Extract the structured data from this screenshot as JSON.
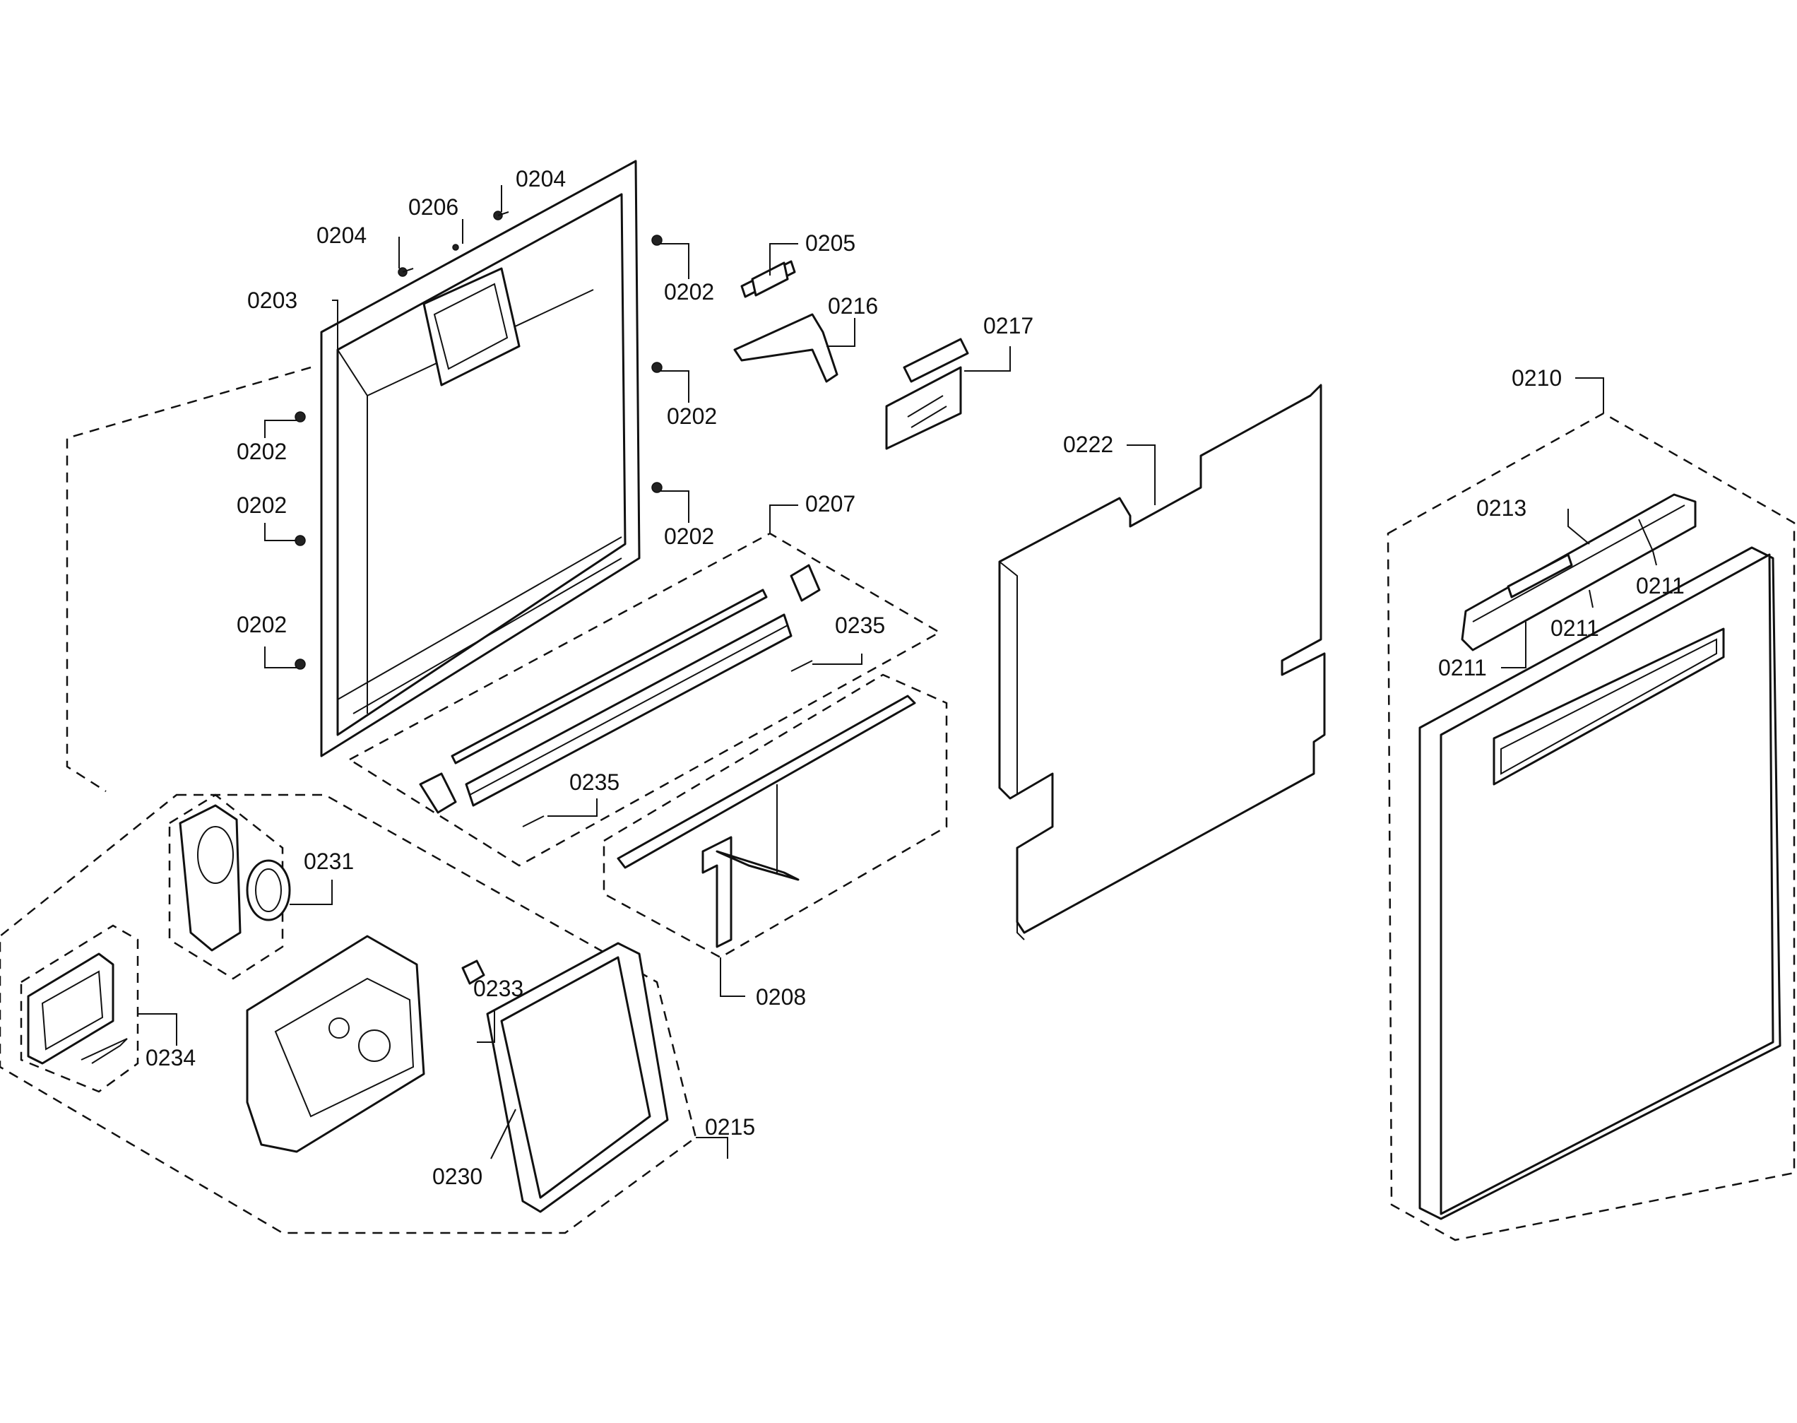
{
  "labels": {
    "l0204a": "0204",
    "l0204b": "0204",
    "l0206": "0206",
    "l0203": "0203",
    "l0202_r1": "0202",
    "l0202_r2": "0202",
    "l0202_r3": "0202",
    "l0202_l1": "0202",
    "l0202_l2": "0202",
    "l0202_l3": "0202",
    "l0205": "0205",
    "l0216": "0216",
    "l0217": "0217",
    "l0207": "0207",
    "l0235a": "0235",
    "l0235b": "0235",
    "l0208": "0208",
    "l0222": "0222",
    "l0210": "0210",
    "l0213": "0213",
    "l0211a": "0211",
    "l0211b": "0211",
    "l0211c": "0211",
    "l0231": "0231",
    "l0233": "0233",
    "l0234": "0234",
    "l0215": "0215",
    "l0230": "0230"
  }
}
